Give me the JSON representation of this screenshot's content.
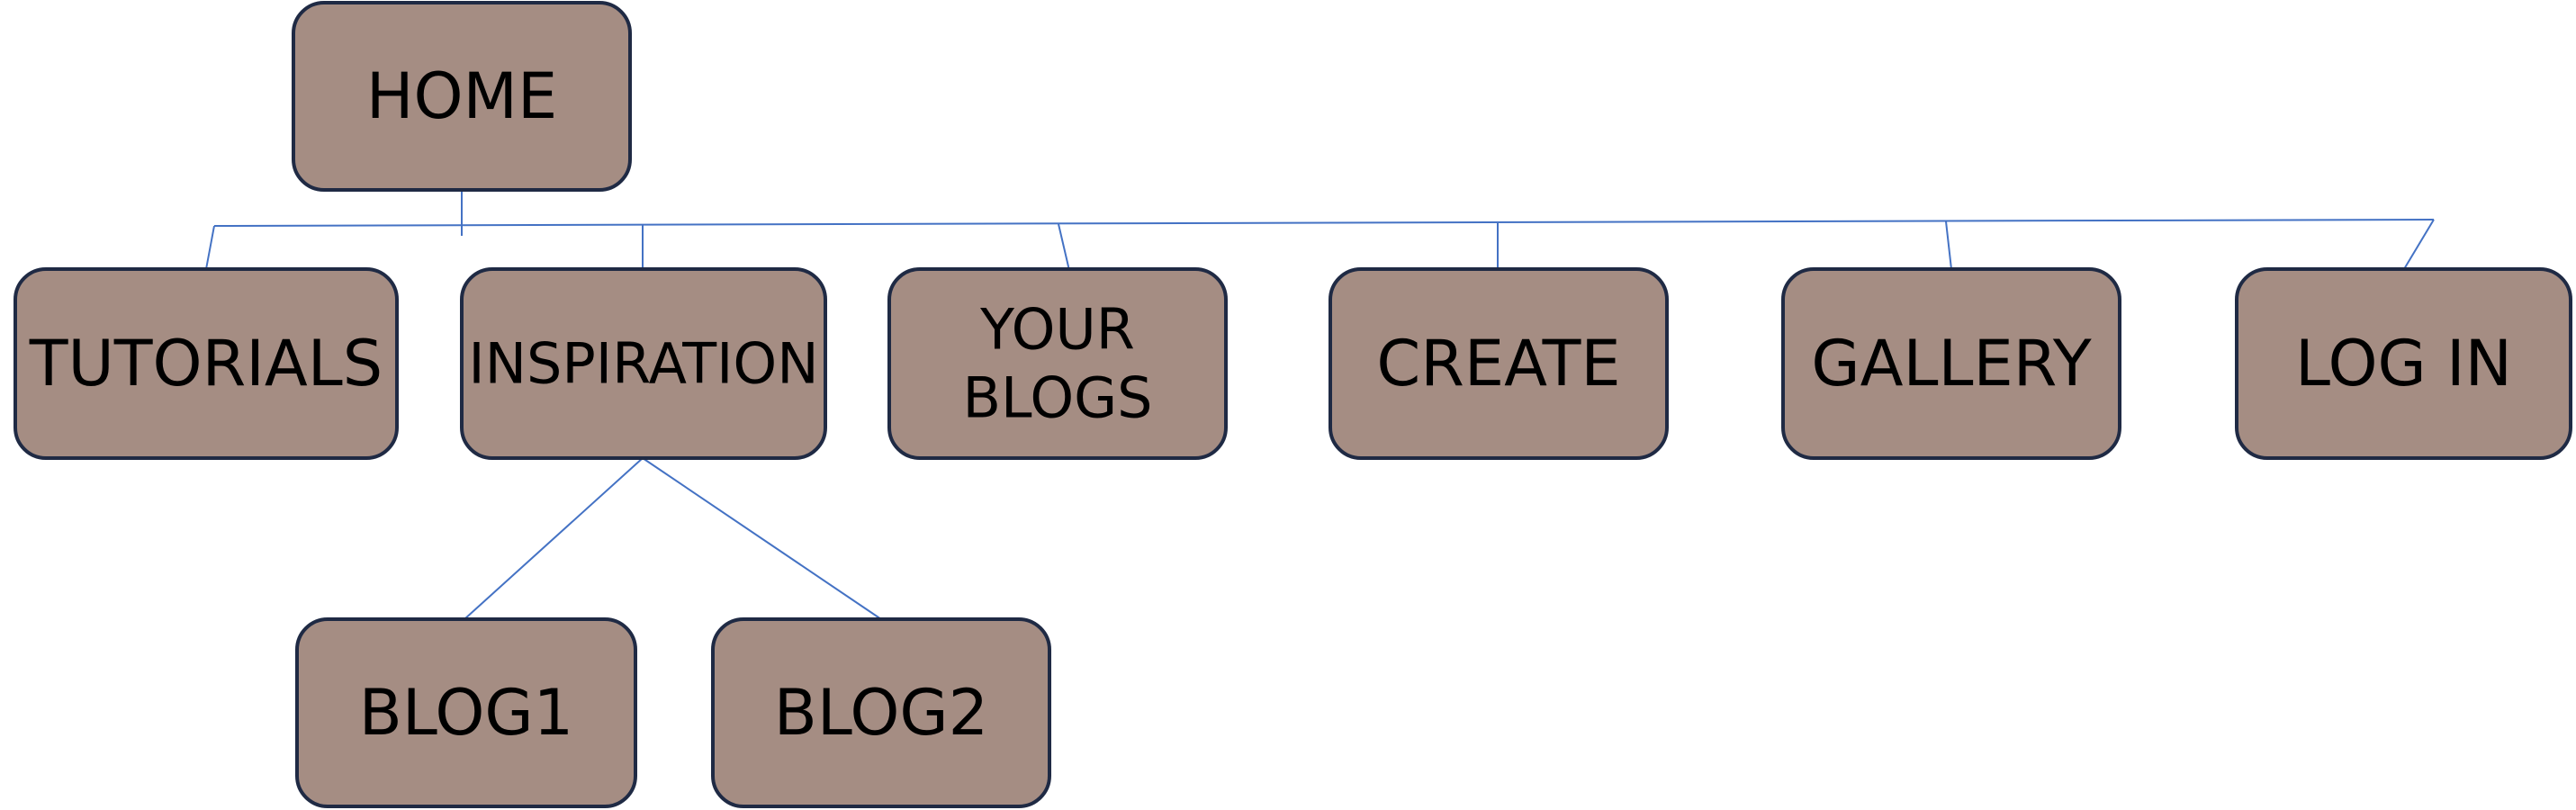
{
  "colors": {
    "node_fill": "#a58d83",
    "node_stroke": "#1f2a44",
    "connector": "#4472c4",
    "background": "#ffffff"
  },
  "nodes": [
    {
      "id": "home",
      "label_lines": [
        "HOME"
      ],
      "parent": null
    },
    {
      "id": "tutorials",
      "label_lines": [
        "TUTORIALS"
      ],
      "parent": "home"
    },
    {
      "id": "inspiration",
      "label_lines": [
        "INSPIRATION"
      ],
      "parent": "home"
    },
    {
      "id": "your-blogs",
      "label_lines": [
        "YOUR",
        "BLOGS"
      ],
      "parent": "home"
    },
    {
      "id": "create",
      "label_lines": [
        "CREATE"
      ],
      "parent": "home"
    },
    {
      "id": "gallery",
      "label_lines": [
        "GALLERY"
      ],
      "parent": "home"
    },
    {
      "id": "log-in",
      "label_lines": [
        "LOG IN"
      ],
      "parent": "home"
    },
    {
      "id": "blog1",
      "label_lines": [
        "BLOG1"
      ],
      "parent": "inspiration"
    },
    {
      "id": "blog2",
      "label_lines": [
        "BLOG2"
      ],
      "parent": "inspiration"
    }
  ]
}
